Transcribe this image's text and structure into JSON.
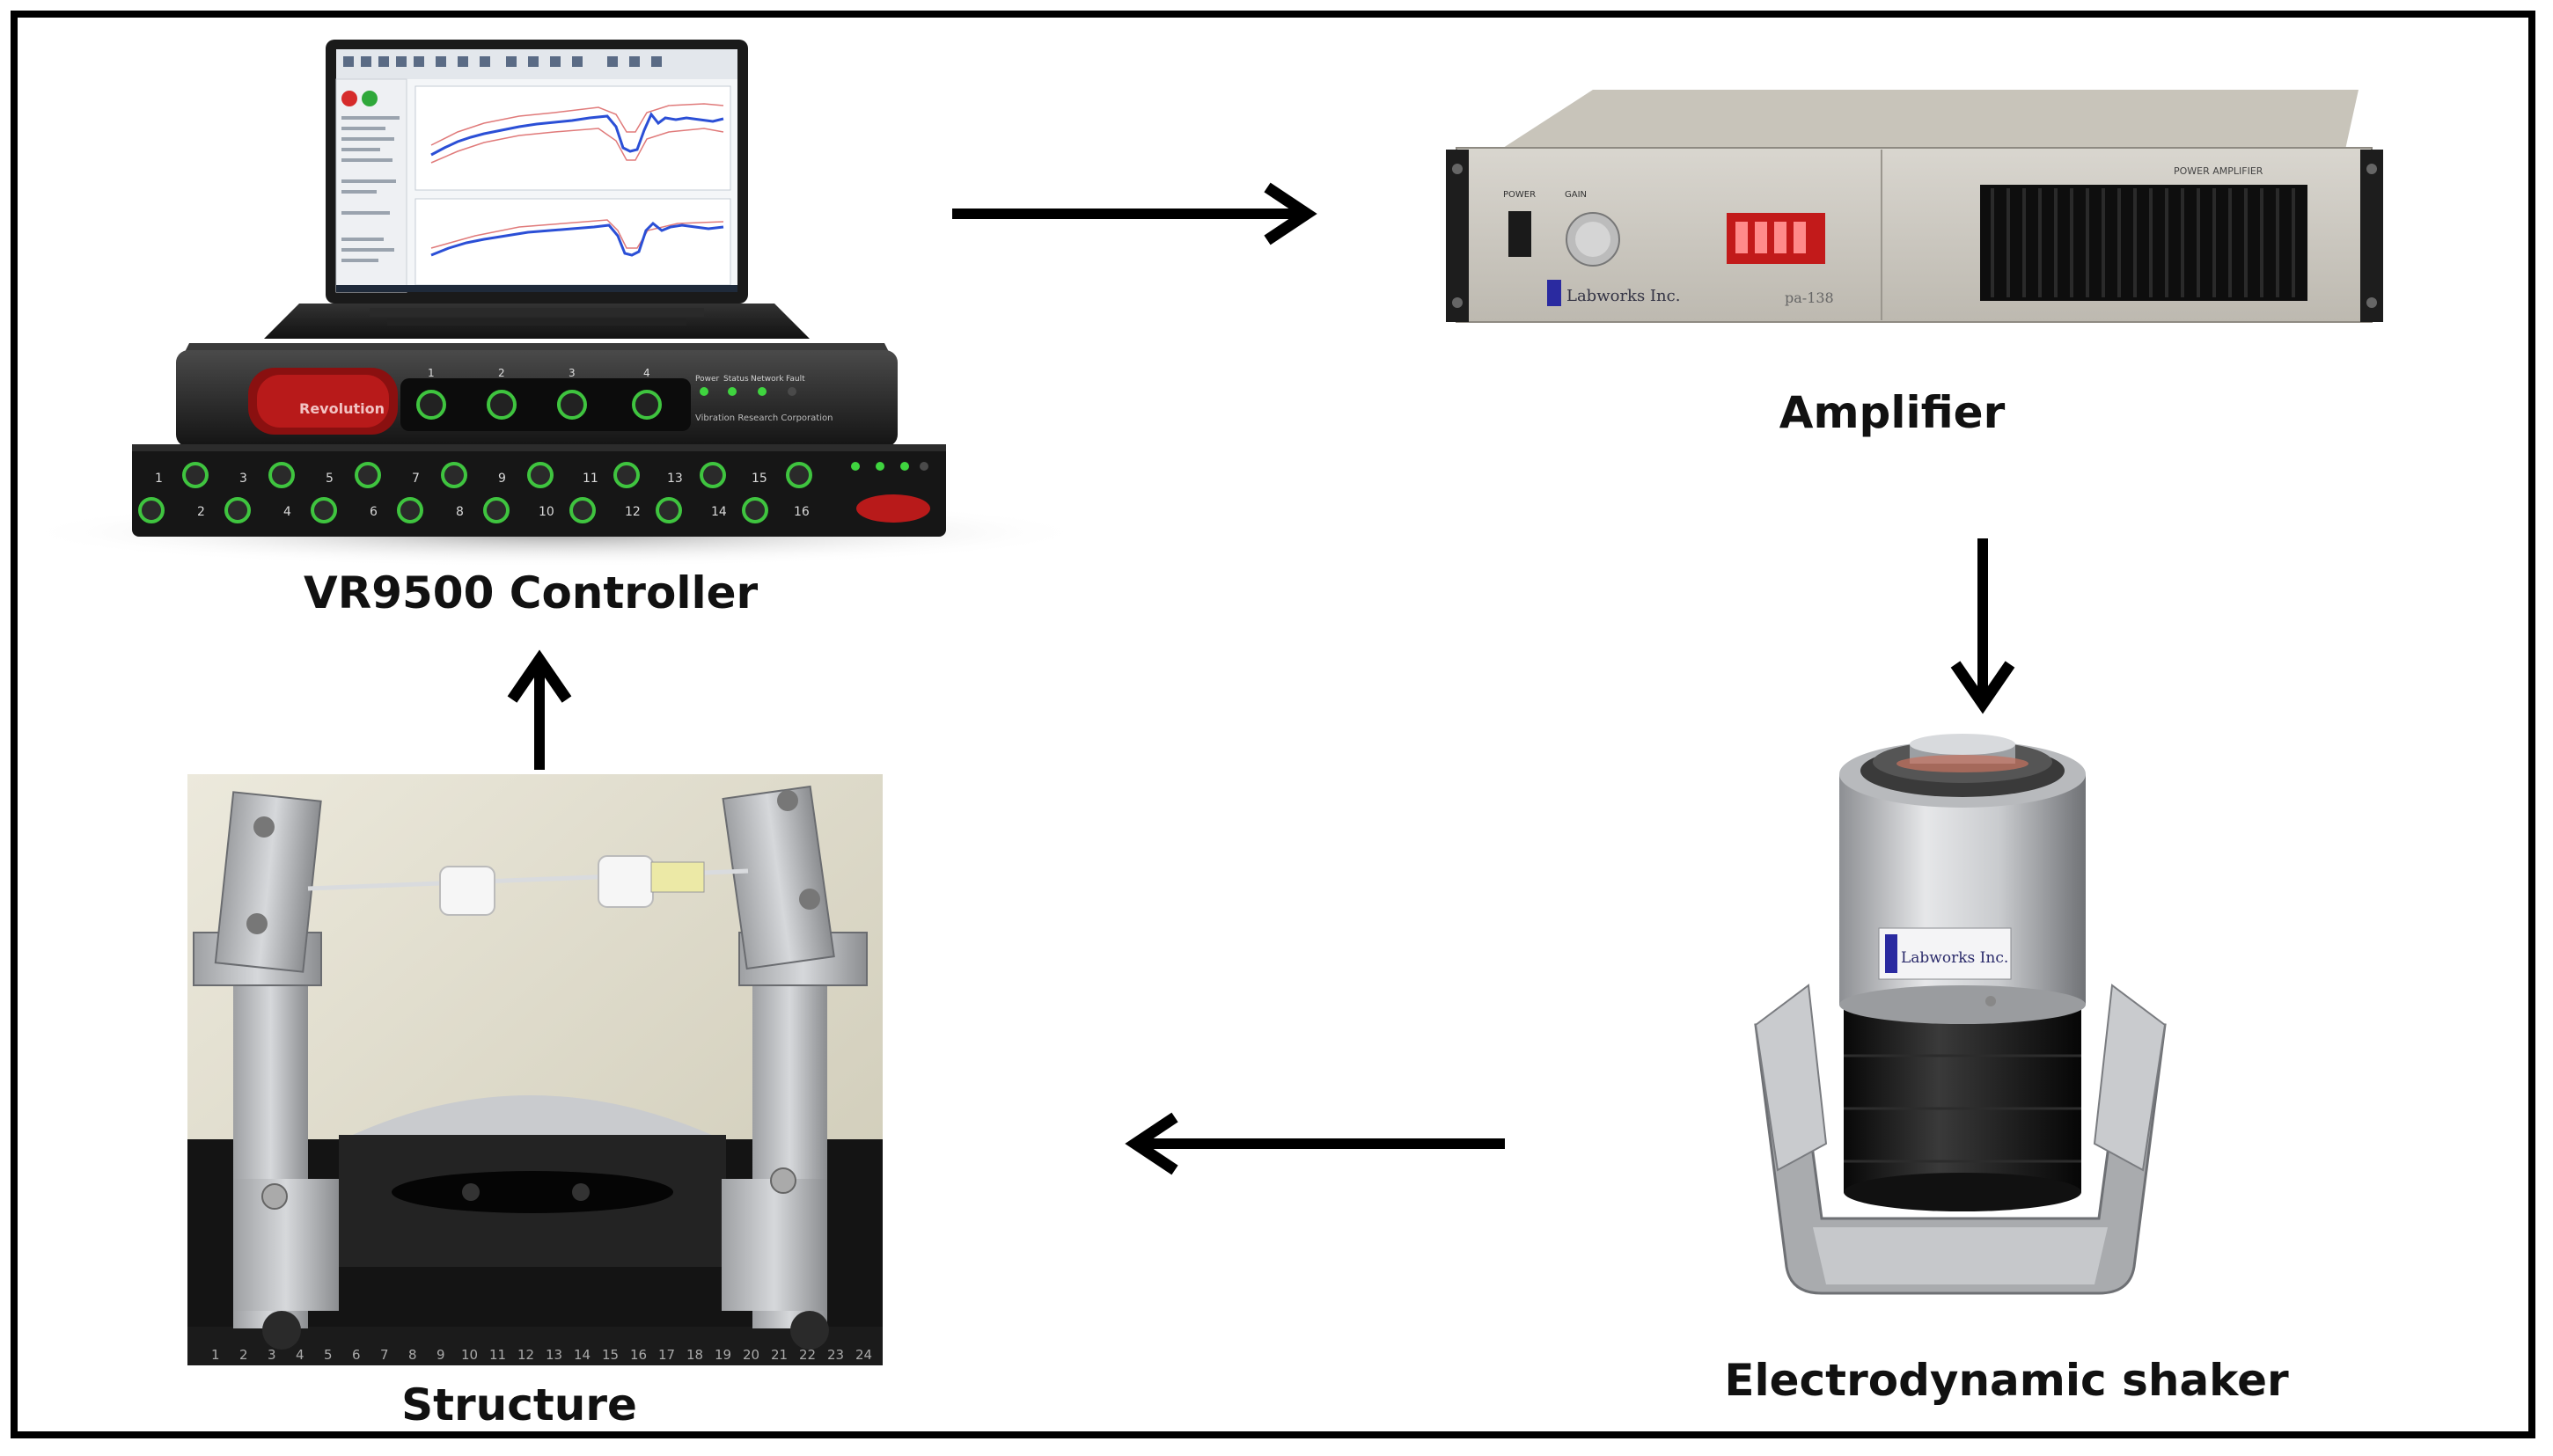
{
  "labels": {
    "controller": "VR9500 Controller",
    "amplifier": "Amplifier",
    "shaker": "Electrodynamic shaker",
    "structure": "Structure"
  },
  "device_text": {
    "amplifier_panel": "POWER AMPLIFIER",
    "amplifier_power": "POWER",
    "amplifier_gain": "GAIN",
    "amplifier_model": "pa-138",
    "amplifier_brand": "Labworks Inc.",
    "shaker_brand": "Labworks Inc.",
    "controller_brand": "Revolution",
    "controller_maker": "Vibration Research Corporation",
    "controller_leds": [
      "Power",
      "Status",
      "Network",
      "Fault"
    ],
    "controller_top_ports": [
      "1",
      "2",
      "3",
      "4"
    ],
    "controller_bottom_ports": [
      "1",
      "2",
      "3",
      "4",
      "5",
      "6",
      "7",
      "8",
      "9",
      "10",
      "11",
      "12",
      "13",
      "14",
      "15",
      "16"
    ],
    "ruler_numbers": [
      "1",
      "2",
      "3",
      "4",
      "5",
      "6",
      "7",
      "8",
      "9",
      "10",
      "11",
      "12",
      "13",
      "14",
      "15",
      "16",
      "17",
      "18",
      "19",
      "20",
      "21",
      "22",
      "23",
      "24"
    ]
  },
  "colors": {
    "frame": "#000000",
    "arrow": "#000000",
    "connector_ring": "#3fc43f",
    "led": "#3fd43f",
    "amp_display": "#c21a1a",
    "plot_trace": "#2b4fd6"
  }
}
